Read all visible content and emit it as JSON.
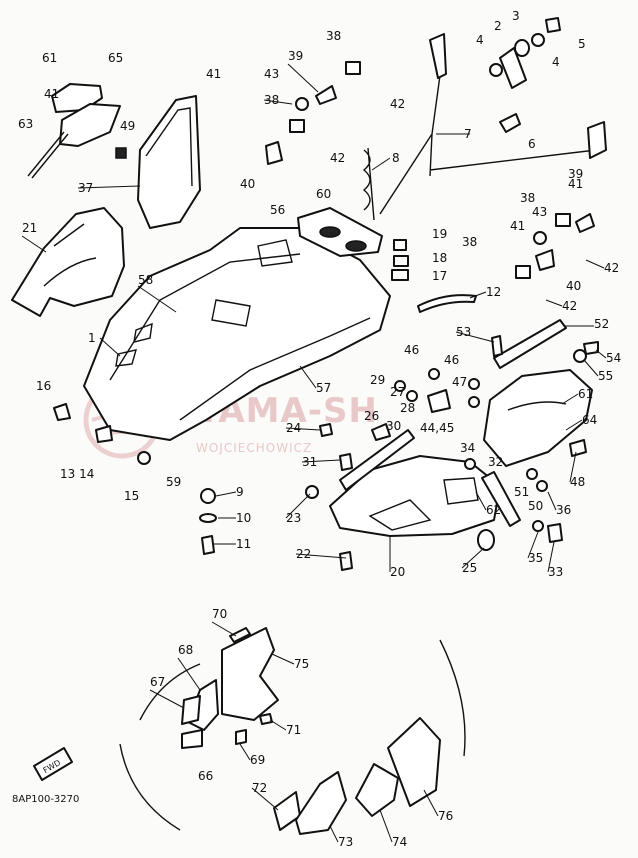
{
  "diagram": {
    "code": "8AP100-3270",
    "fwd_badge": "FWD",
    "watermark": {
      "title": "YAMA-SH",
      "subtitle": "WOJCIECHOWICZ",
      "color": "#e8c8c8"
    },
    "callouts": [
      {
        "n": "1"
      },
      {
        "n": "2"
      },
      {
        "n": "3"
      },
      {
        "n": "4"
      },
      {
        "n": "4"
      },
      {
        "n": "5"
      },
      {
        "n": "6"
      },
      {
        "n": "7"
      },
      {
        "n": "8"
      },
      {
        "n": "9"
      },
      {
        "n": "10"
      },
      {
        "n": "11"
      },
      {
        "n": "12"
      },
      {
        "n": "13 14"
      },
      {
        "n": "15"
      },
      {
        "n": "16"
      },
      {
        "n": "17"
      },
      {
        "n": "18"
      },
      {
        "n": "19"
      },
      {
        "n": "20"
      },
      {
        "n": "21"
      },
      {
        "n": "22"
      },
      {
        "n": "23"
      },
      {
        "n": "24"
      },
      {
        "n": "25"
      },
      {
        "n": "26"
      },
      {
        "n": "27"
      },
      {
        "n": "28"
      },
      {
        "n": "29"
      },
      {
        "n": "30"
      },
      {
        "n": "31"
      },
      {
        "n": "32"
      },
      {
        "n": "33"
      },
      {
        "n": "34"
      },
      {
        "n": "35"
      },
      {
        "n": "36"
      },
      {
        "n": "37"
      },
      {
        "n": "38"
      },
      {
        "n": "38"
      },
      {
        "n": "38"
      },
      {
        "n": "38"
      },
      {
        "n": "39"
      },
      {
        "n": "39"
      },
      {
        "n": "40"
      },
      {
        "n": "40"
      },
      {
        "n": "41"
      },
      {
        "n": "41"
      },
      {
        "n": "41"
      },
      {
        "n": "41"
      },
      {
        "n": "42"
      },
      {
        "n": "42"
      },
      {
        "n": "42"
      },
      {
        "n": "42"
      },
      {
        "n": "43"
      },
      {
        "n": "43"
      },
      {
        "n": "44,45"
      },
      {
        "n": "46"
      },
      {
        "n": "46"
      },
      {
        "n": "47"
      },
      {
        "n": "48"
      },
      {
        "n": "49"
      },
      {
        "n": "50"
      },
      {
        "n": "51"
      },
      {
        "n": "52"
      },
      {
        "n": "53"
      },
      {
        "n": "54"
      },
      {
        "n": "55"
      },
      {
        "n": "56"
      },
      {
        "n": "57"
      },
      {
        "n": "58"
      },
      {
        "n": "59"
      },
      {
        "n": "60"
      },
      {
        "n": "61"
      },
      {
        "n": "61"
      },
      {
        "n": "62"
      },
      {
        "n": "63"
      },
      {
        "n": "64"
      },
      {
        "n": "65"
      },
      {
        "n": "66"
      },
      {
        "n": "67"
      },
      {
        "n": "68"
      },
      {
        "n": "69"
      },
      {
        "n": "70"
      },
      {
        "n": "71"
      },
      {
        "n": "72"
      },
      {
        "n": "73"
      },
      {
        "n": "74"
      },
      {
        "n": "75"
      },
      {
        "n": "76"
      }
    ]
  }
}
